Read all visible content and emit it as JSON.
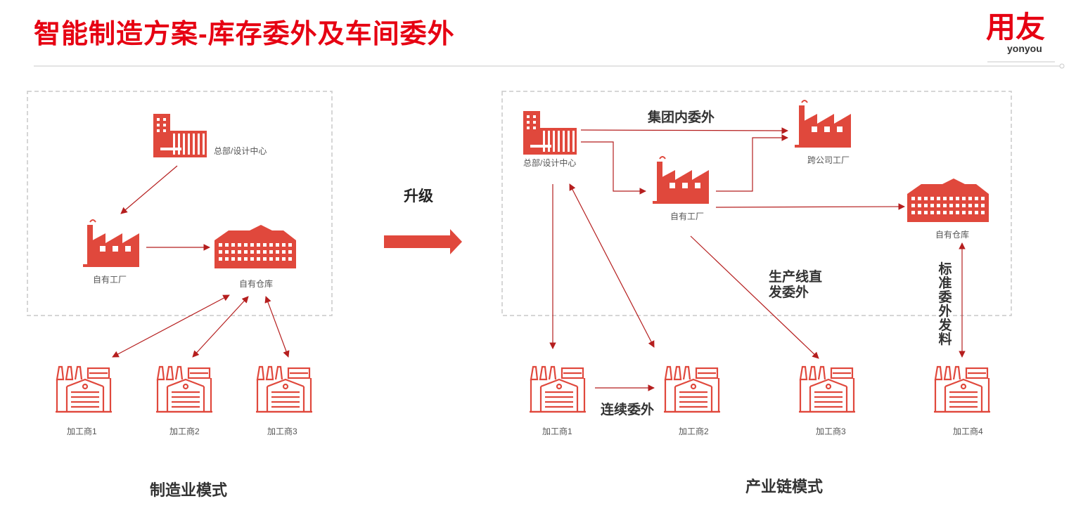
{
  "title": "智能制造方案-库存委外及车间委外",
  "logo": {
    "cn": "用友",
    "en": "yonyou"
  },
  "colors": {
    "brand": "#e60012",
    "icon": "#e0483c",
    "arrow": "#b51e1e",
    "dashed_border": "#c8c8c8"
  },
  "upgrade_label": "升级",
  "left_model": {
    "caption": "制造业模式",
    "hq_label": "总部/设计中心",
    "factory_label": "自有工厂",
    "warehouse_label": "自有仓库",
    "processors": [
      "加工商1",
      "加工商2",
      "加工商3"
    ]
  },
  "right_model": {
    "caption": "产业链模式",
    "hq_label": "总部/设计中心",
    "factory_label": "自有工厂",
    "cross_factory_label": "跨公司工厂",
    "warehouse_label": "自有仓库",
    "group_outsource": "集团内委外",
    "line_direct": [
      "生产线直",
      "发委外"
    ],
    "standard_issue": "标准委外发料",
    "continuous": "连续委外",
    "processors": [
      "加工商1",
      "加工商2",
      "加工商3",
      "加工商4"
    ]
  },
  "icons": [
    "hq-building-icon",
    "factory-icon",
    "warehouse-icon",
    "processor-plant-icon",
    "right-arrow-icon"
  ]
}
